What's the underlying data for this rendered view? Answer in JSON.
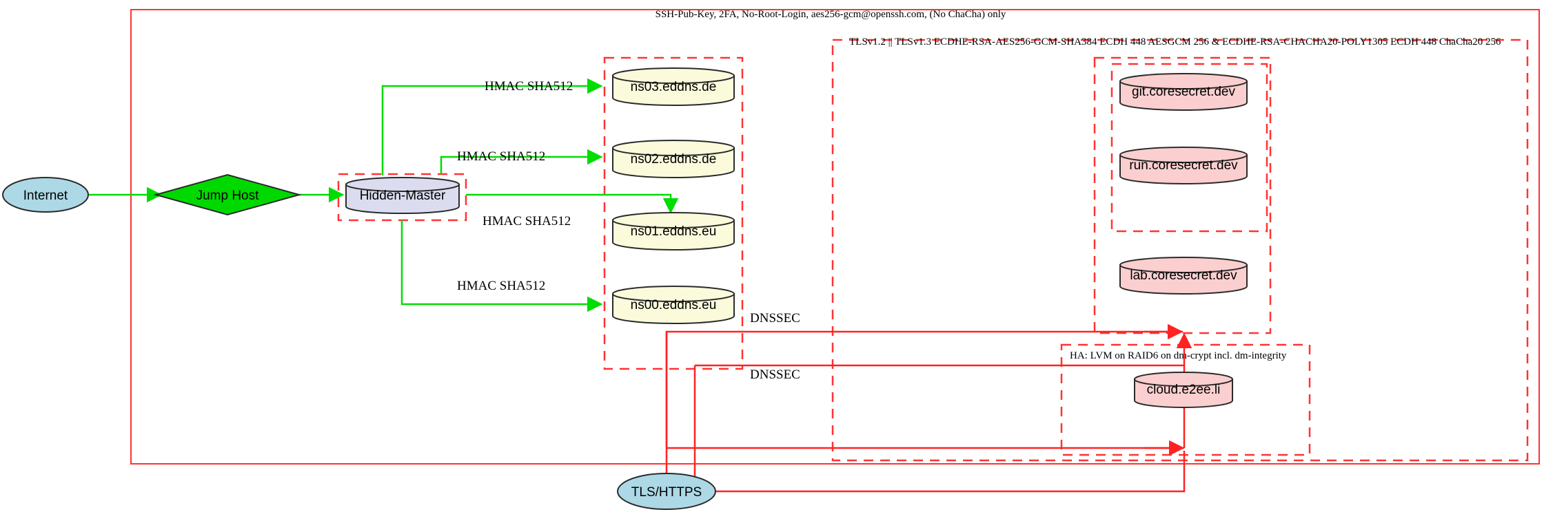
{
  "boundaries": {
    "ssh_zone_label": "SSH-Pub-Key, 2FA, No-Root-Login, aes256-gcm@openssh.com, (No ChaCha) only",
    "tls_zone_label": "TLSv1.2 || TLSv1.3 ECDHE-RSA-AES256-GCM-SHA384 ECDH 448 AESGCM 256 & ECDHE-RSA-CHACHA20-POLY1305 ECDH 448 ChaCha20 256",
    "ha_zone_label": "HA: LVM on RAID6 on dm-crypt incl. dm-integrity"
  },
  "nodes": {
    "internet": "Internet",
    "jump_host": "Jump Host",
    "hidden_master": "Hidden-Master",
    "ns03": "ns03.eddns.de",
    "ns02": "ns02.eddns.de",
    "ns01": "ns01.eddns.eu",
    "ns00": "ns00.eddns.eu",
    "git": "git.coresecret.dev",
    "run": "run.coresecret.dev",
    "lab": "lab.coresecret.dev",
    "cloud": "cloud.e2ee.li",
    "tls_https": "TLS/HTTPS"
  },
  "edges": {
    "hmac_ns03": "HMAC SHA512",
    "hmac_ns02": "HMAC SHA512",
    "hmac_ns01": "HMAC SHA512",
    "hmac_ns00": "HMAC SHA512",
    "dnssec_upper": "DNSSEC",
    "dnssec_lower": "DNSSEC"
  },
  "colors": {
    "zone_border": "#ff3333",
    "flow_green": "#00dd00",
    "internet_fill": "#add8e6",
    "jump_host_fill": "#00d900",
    "hidden_master_fill": "#dcdcf0",
    "dns_fill": "#fbfbdc",
    "service_fill": "#fbcfcf",
    "stroke_dark": "#2a2a2a"
  }
}
